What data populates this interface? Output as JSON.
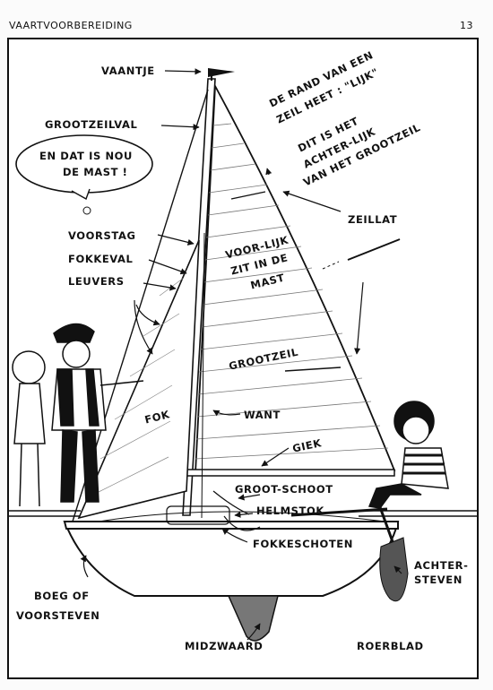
{
  "header": {
    "title": "VAARTVOORBEREIDING",
    "page_number": "13"
  },
  "speech_bubble": {
    "line1": "EN DAT IS NOU",
    "line2": "DE MAST !"
  },
  "sail_note": {
    "line1": "DE RAND VAN EEN",
    "line2": "ZEIL HEET : \"LIJK\"",
    "line3": "DIT IS HET",
    "line4": "ACHTER-LIJK",
    "line5": "VAN HET GROOTZEIL"
  },
  "labels": {
    "vaantje": "VAANTJE",
    "grootzeilval": "GROOTZEILVAL",
    "voorstag": "VOORSTAG",
    "fokkeval": "FOKKEVAL",
    "leuvers": "LEUVERS",
    "zeillat": "ZEILLAT",
    "voorlijk_1": "VOOR-LIJK",
    "voorlijk_2": "ZIT IN DE",
    "voorlijk_3": "MAST",
    "grootzeil": "GROOTZEIL",
    "fok": "FOK",
    "want": "WANT",
    "giek": "GIEK",
    "grootschoot": "GROOT-SCHOOT",
    "helmstok": "HELMSTOK",
    "fokkeschoten": "FOKKESCHOTEN",
    "achtersteven_1": "ACHTER-",
    "achtersteven_2": "STEVEN",
    "boeg_1": "BOEG OF",
    "boeg_2": "VOORSTEVEN",
    "midzwaard": "MIDZWAARD",
    "roerblad": "ROERBLAD"
  }
}
